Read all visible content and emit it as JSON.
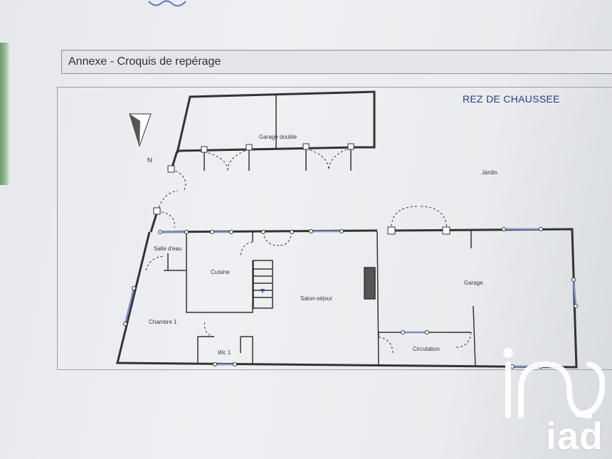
{
  "header": {
    "title": "Annexe - Croquis de repérage"
  },
  "plan": {
    "level_title": "REZ DE CHAUSSEE",
    "north_label": "N",
    "rooms": {
      "garage_double": "Garage double",
      "jardin": "Jardin",
      "salle_deau": "Salle d'eau",
      "cuisine": "Cuisine",
      "salon_sejour": "Salon-séjour",
      "garage": "Garage",
      "chambre_1": "Chambre 1",
      "wc_1": "Wc 1",
      "circulation": "Circulation"
    }
  },
  "logo": {
    "brand": "iad"
  },
  "colors": {
    "wall": "#333333",
    "title": "#2c3d7a",
    "window": "#7f8fbd",
    "logo": "#ffffff"
  }
}
